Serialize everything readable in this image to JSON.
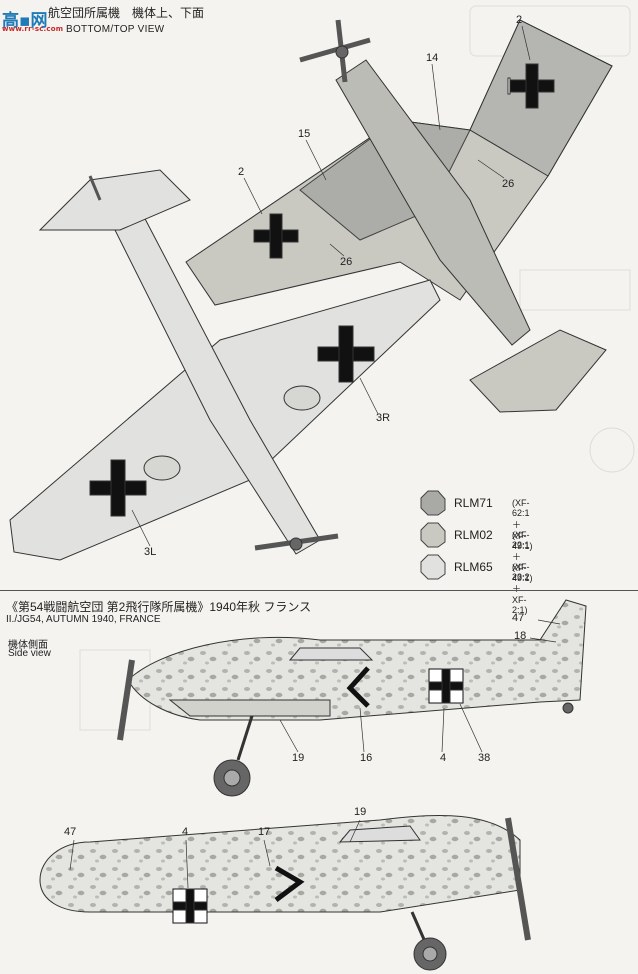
{
  "header": {
    "logo_main": "高▪网",
    "logo_sub": "www.rr-sc.com",
    "title_jp": "航空団所属機　機体上、下面",
    "subtitle_en": "BOTTOM/TOP VIEW"
  },
  "top_callouts": [
    {
      "id": "c2a",
      "text": "2"
    },
    {
      "id": "c14",
      "text": "14"
    },
    {
      "id": "c15",
      "text": "15"
    },
    {
      "id": "c2b",
      "text": "2"
    },
    {
      "id": "c26a",
      "text": "26"
    },
    {
      "id": "c26b",
      "text": "26"
    },
    {
      "id": "c3r",
      "text": "3R"
    },
    {
      "id": "c3l",
      "text": "3L"
    }
  ],
  "legend": [
    {
      "name": "RLM71",
      "mix": "(XF-62:1＋XF-49:1)",
      "color": "#a9aaa6"
    },
    {
      "name": "RLM02",
      "mix": "(XF-22:1＋XF-49:1)",
      "color": "#c9c8c1"
    },
    {
      "name": "RLM65",
      "mix": "(XF-23:2＋XF-2:1)",
      "color": "#e1e2df"
    }
  ],
  "section2": {
    "title_jp": "《第54戦闘航空団 第2飛行隊所属機》1940年秋 フランス",
    "title_en": "II./JG54, AUTUMN 1940, FRANCE",
    "side_jp": "機体側面",
    "side_en": "Side view"
  },
  "side1_callouts": [
    {
      "id": "s47",
      "text": "47"
    },
    {
      "id": "s18",
      "text": "18"
    },
    {
      "id": "s19",
      "text": "19"
    },
    {
      "id": "s16",
      "text": "16"
    },
    {
      "id": "s4",
      "text": "4"
    },
    {
      "id": "s38",
      "text": "38"
    }
  ],
  "side2_callouts": [
    {
      "id": "t47",
      "text": "47"
    },
    {
      "id": "t4",
      "text": "4"
    },
    {
      "id": "t17",
      "text": "17"
    },
    {
      "id": "t19",
      "text": "19"
    }
  ]
}
